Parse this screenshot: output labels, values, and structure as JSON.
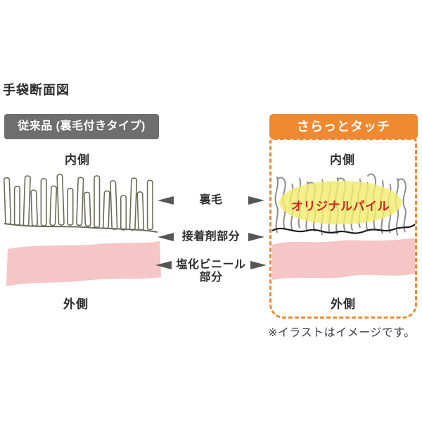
{
  "title": "手袋断面図",
  "colors": {
    "orange": "#ef8a33",
    "header_gray": "#6e6e6e",
    "pink": "#f6c5c6",
    "yellow": "#f2ec6e",
    "pile_label_red": "#c8281c"
  },
  "left_panel": {
    "header_label": "従来品 (裏毛付きタイプ)",
    "inner_label": "内側",
    "outer_label": "外側"
  },
  "right_panel": {
    "header_label": "さらっとタッチ",
    "inner_label": "内側",
    "outer_label": "外側",
    "pile_badge": "オリジナルパイル"
  },
  "callouts": [
    {
      "label": "裏毛"
    },
    {
      "label": "接着剤部分"
    },
    {
      "label": "塩化ビニール",
      "label2": "部分"
    }
  ],
  "footnote": "※イラストはイメージです。"
}
